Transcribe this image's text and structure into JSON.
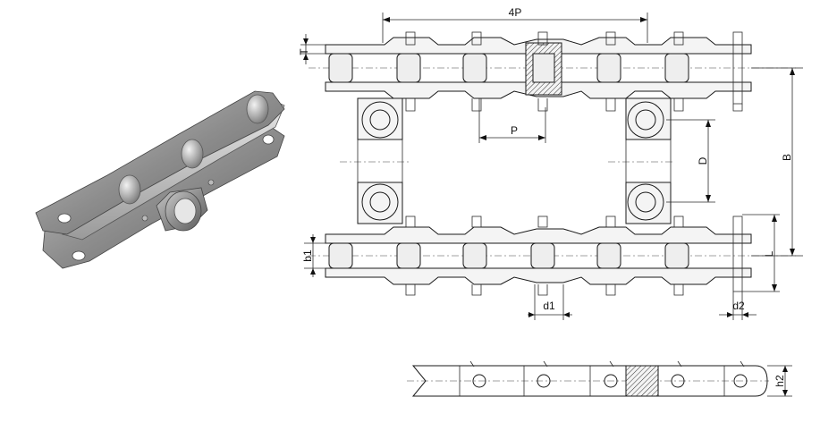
{
  "dimensions": {
    "four_pitch": "4P",
    "pitch": "P",
    "thickness": "T",
    "diameter": "D",
    "width_b": "B",
    "length": "L",
    "b1": "b1",
    "d1": "d1",
    "d2": "d2",
    "h2": "h2"
  }
}
